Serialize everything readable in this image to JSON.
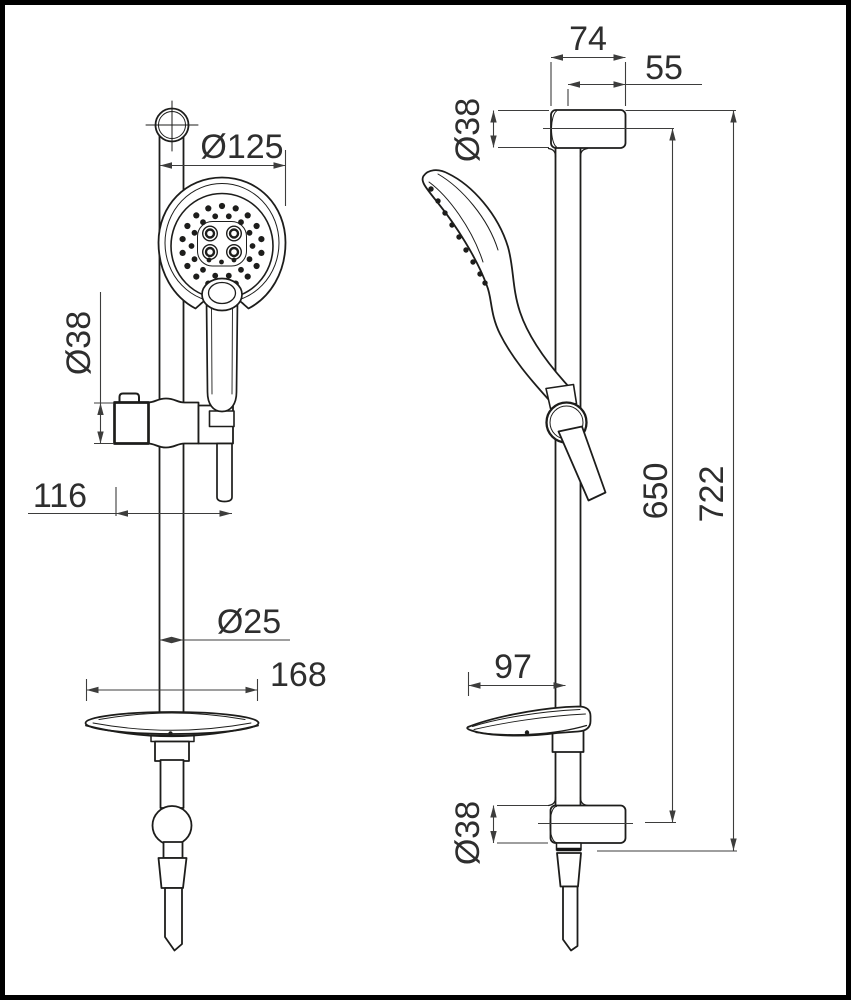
{
  "drawing_type": "shower-rail-set-technical-drawing",
  "colors": {
    "line": "#1d1d1b",
    "dimension_line": "#3d3d3c",
    "text": "#2e2e2e",
    "background": "#ffffff",
    "frame": "#000000"
  },
  "front_view": {
    "dim_head_diameter": "Ø125",
    "dim_holder_diameter": "Ø38",
    "dim_holder_reach": "116",
    "dim_rail_diameter": "Ø25",
    "dim_dish_diameter": "168"
  },
  "side_view": {
    "dim_bracket_width": "74",
    "dim_bracket_offset": "55",
    "dim_top_bracket_diameter": "Ø38",
    "dim_bar_length": "650",
    "dim_overall_height": "722",
    "dim_dish_depth": "97",
    "dim_bottom_bracket_diameter": "Ø38"
  }
}
